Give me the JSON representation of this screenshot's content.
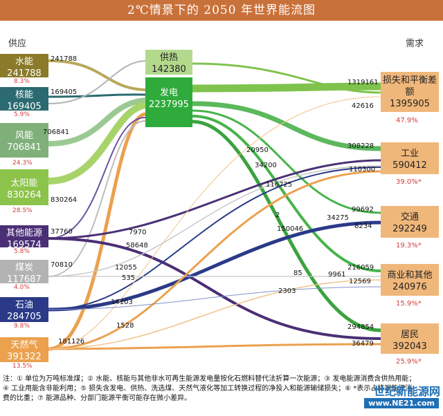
{
  "title": "2℃情景下的 2050 年世界能流图",
  "supply_header": "供应",
  "demand_header": "需求",
  "supply": [
    {
      "name": "水能",
      "value": "241788",
      "pct": "8.3%",
      "side_value": "241788",
      "color": "#8a7a2a"
    },
    {
      "name": "核能",
      "value": "169405",
      "pct": "5.9%",
      "side_value": "169405",
      "color": "#2a6a70"
    },
    {
      "name": "风能",
      "value": "706841",
      "pct": "24.3%",
      "side_value": "706841",
      "color": "#7fb07a"
    },
    {
      "name": "太阳能",
      "value": "830264",
      "pct": "28.5%",
      "side_value": "830264",
      "color": "#8cc34a"
    },
    {
      "name": "其他能源",
      "value": "169574",
      "pct": "5.8%",
      "side_value": "37760",
      "color": "#4a2f75"
    },
    {
      "name": "煤炭",
      "value": "117687",
      "pct": "4.0%",
      "side_value": "70810",
      "color": "#b3b3b3"
    },
    {
      "name": "石油",
      "value": "284705",
      "pct": "9.8%",
      "side_value": "",
      "color": "#2a3a88"
    },
    {
      "name": "天然气",
      "value": "391322",
      "pct": "13.5%",
      "side_value": "181126",
      "color": "#eba14e"
    }
  ],
  "middle": {
    "heat": {
      "name": "供热",
      "value": "142380"
    },
    "power": {
      "name": "发电",
      "value": "2237995"
    }
  },
  "demand": [
    {
      "name": "损失和平衡差额",
      "value": "1395905",
      "pct": "47.9%",
      "in_top": "1319161",
      "in_bottom": "42616"
    },
    {
      "name": "工业",
      "value": "590412",
      "pct": "39.0%*",
      "in_top": "308228",
      "in_bottom": "110300"
    },
    {
      "name": "交通",
      "value": "292249",
      "pct": "19.3%*",
      "in_top": "99692",
      "in_bottom": "8234"
    },
    {
      "name": "商业和其他",
      "value": "240976",
      "pct": "15.9%*",
      "in_top": "216059",
      "in_bottom": "12569"
    },
    {
      "name": "居民",
      "value": "392043",
      "pct": "25.9%*",
      "in_top": "294854",
      "in_bottom": "36479"
    }
  ],
  "flow_labels": {
    "f20950": "20950",
    "f34200": "34200",
    "f116725": "116725",
    "f2": "2",
    "f150046": "150046",
    "f34275": "34275",
    "f85": "85",
    "f9961": "9961",
    "f2303": "2303",
    "f7970": "7970",
    "f58648": "58648",
    "f12055": "12055",
    "f535": "535",
    "f14103": "14103",
    "f1528": "1528"
  },
  "note": "注：① 单位为万吨标准煤；② 水能、核能与其他非水可再生能源发电量按化石燃料替代法折算一次能源；③ 发电能源消费含供热用能；④ 工业用能含非能利用；⑤ 损失含发电、供热、洗选煤、天然气液化等加工转换过程的净投入和能源输储损失；⑥ *表示占终端能源消费的比重；⑦ 能源品种、分部门能源平衡可能存在微小差异。",
  "watermark": {
    "main": "世纪新能源网",
    "sub": "www.NE21.com"
  }
}
